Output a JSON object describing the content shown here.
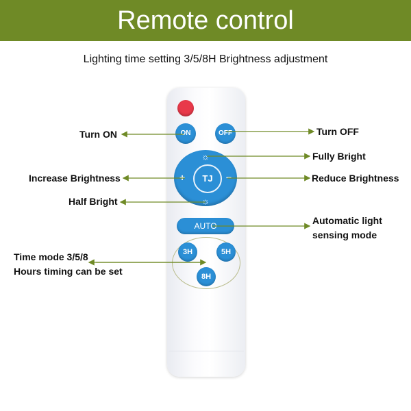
{
  "title": "Remote control",
  "subtitle": "Lighting time setting 3/5/8H Brightness adjustment",
  "buttons": {
    "on": "ON",
    "off": "OFF",
    "center": "TJ",
    "plus": "+",
    "minus": "−",
    "auto": "AUTO",
    "h3": "3H",
    "h5": "5H",
    "h8": "8H"
  },
  "callouts": {
    "turn_on": "Turn ON",
    "turn_off": "Turn OFF",
    "fully_bright": "Fully Bright",
    "increase": "Increase Brightness",
    "reduce": "Reduce Brightness",
    "half_bright": "Half Bright",
    "auto_line1": "Automatic light",
    "auto_line2": "sensing mode",
    "time_line1": "Time mode 3/5/8",
    "time_line2": "Hours timing can be set"
  },
  "colors": {
    "banner": "#6f8a26",
    "button": "#2b8fd6",
    "power": "#e8394a",
    "arrow": "#6f8a26"
  }
}
